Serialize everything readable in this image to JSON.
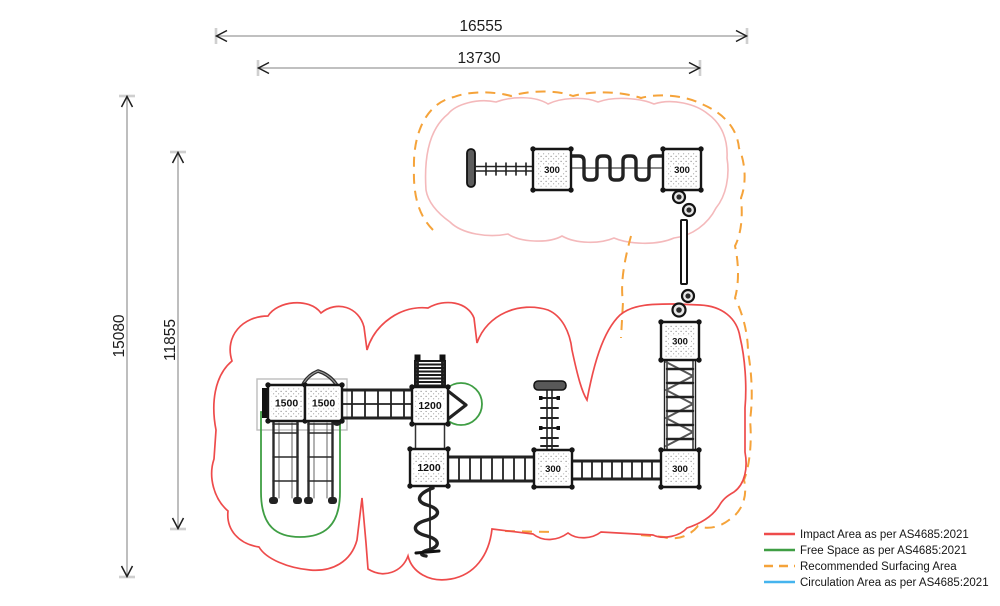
{
  "dimensions": {
    "top_outer": "16555",
    "top_inner": "13730",
    "left_outer": "15080",
    "left_inner": "11855"
  },
  "platforms": [
    {
      "id": "upper-group-left",
      "label": "300"
    },
    {
      "id": "upper-group-right",
      "label": "300"
    },
    {
      "id": "tower-top",
      "label": "300"
    },
    {
      "id": "main-middle",
      "label": "300"
    },
    {
      "id": "main-right",
      "label": "300"
    },
    {
      "id": "main-upper",
      "label": "1200"
    },
    {
      "id": "main-lower",
      "label": "1200"
    },
    {
      "id": "main-left-a",
      "label": "1500"
    },
    {
      "id": "main-left-b",
      "label": "1500"
    }
  ],
  "legend": {
    "items": [
      {
        "label": "Impact Area as per AS4685:2021",
        "color": "#ee4b4b",
        "style": "solid"
      },
      {
        "label": "Free Space as per AS4685:2021",
        "color": "#3f9e44",
        "style": "solid"
      },
      {
        "label": "Recommended Surfacing Area",
        "color": "#f5a33a",
        "style": "dashed"
      },
      {
        "label": "Circulation Area as per AS4685:2021",
        "color": "#45b4ee",
        "style": "solid"
      }
    ]
  },
  "colors": {
    "impact": "#ee4b4b",
    "impact_light": "#f4b9bb",
    "free_space": "#3f9e44",
    "surfacing": "#f5a33a",
    "circulation": "#45b4ee",
    "equipment": "#1c1c1c",
    "dimension_line": "#9b9b9b",
    "canopy": "#bdbdbd"
  }
}
